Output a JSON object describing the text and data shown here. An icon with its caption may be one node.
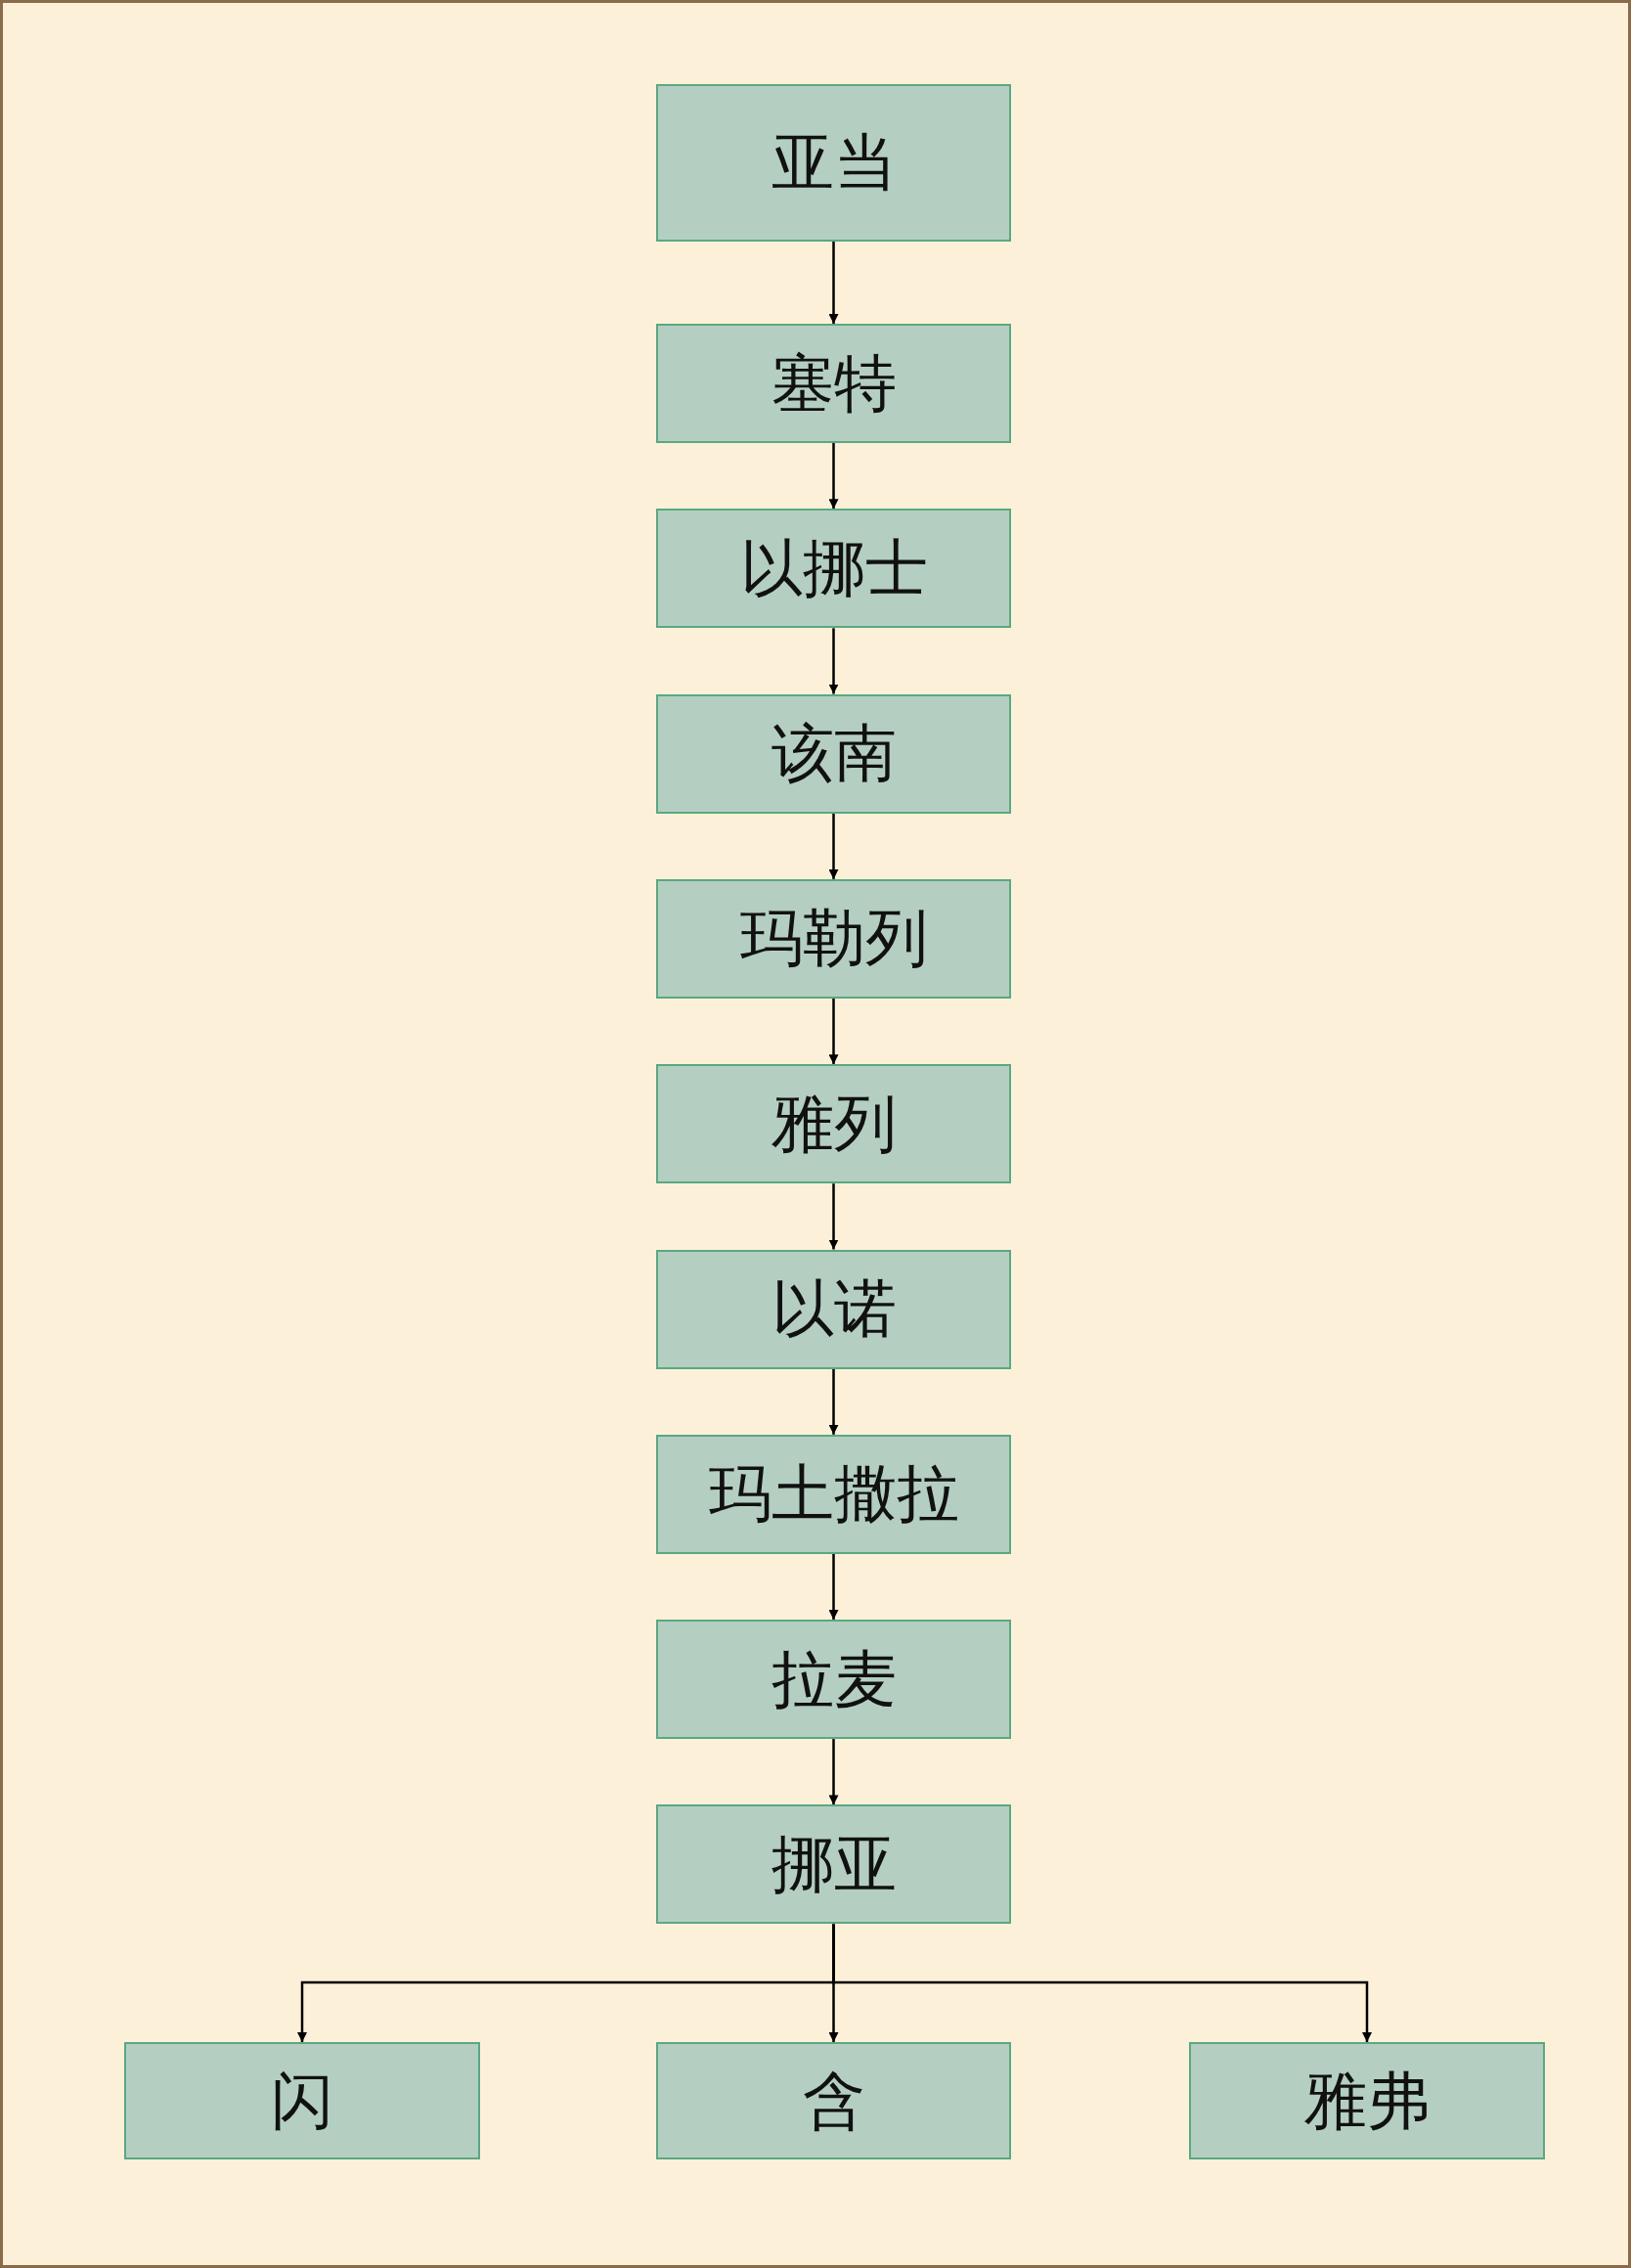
{
  "diagram": {
    "nodes": [
      {
        "text": [
          "亚当"
        ]
      },
      {
        "text": [
          "塞特"
        ]
      },
      {
        "text": [
          "以挪士"
        ]
      },
      {
        "text": [
          "该南"
        ]
      },
      {
        "text": [
          "玛勒列"
        ]
      },
      {
        "text": [
          "雅列"
        ]
      },
      {
        "text": [
          "以诺"
        ]
      },
      {
        "text": [
          "玛土撒拉"
        ]
      },
      {
        "text": [
          "拉麦"
        ]
      },
      {
        "text": [
          "挪亚"
        ]
      },
      {
        "text": [
          "闪"
        ]
      },
      {
        "text": [
          "含"
        ]
      },
      {
        "text": [
          "雅弗"
        ]
      }
    ],
    "edges": [
      {
        "from": 0,
        "to": 1,
        "arrow": "to"
      },
      {
        "from": 1,
        "to": 2,
        "arrow": "to"
      },
      {
        "from": 2,
        "to": 3,
        "arrow": "to"
      },
      {
        "from": 3,
        "to": 4,
        "arrow": "to"
      },
      {
        "from": 4,
        "to": 5,
        "arrow": "to"
      },
      {
        "from": 5,
        "to": 6,
        "arrow": "to"
      },
      {
        "from": 6,
        "to": 7,
        "arrow": "to"
      },
      {
        "from": 7,
        "to": 8,
        "arrow": "to"
      },
      {
        "from": 8,
        "to": 9,
        "arrow": "to"
      },
      {
        "from": 9,
        "to": 10,
        "arrow": "to"
      },
      {
        "from": 9,
        "to": 11,
        "arrow": "to"
      },
      {
        "from": 9,
        "to": 12,
        "arrow": "to"
      }
    ]
  }
}
